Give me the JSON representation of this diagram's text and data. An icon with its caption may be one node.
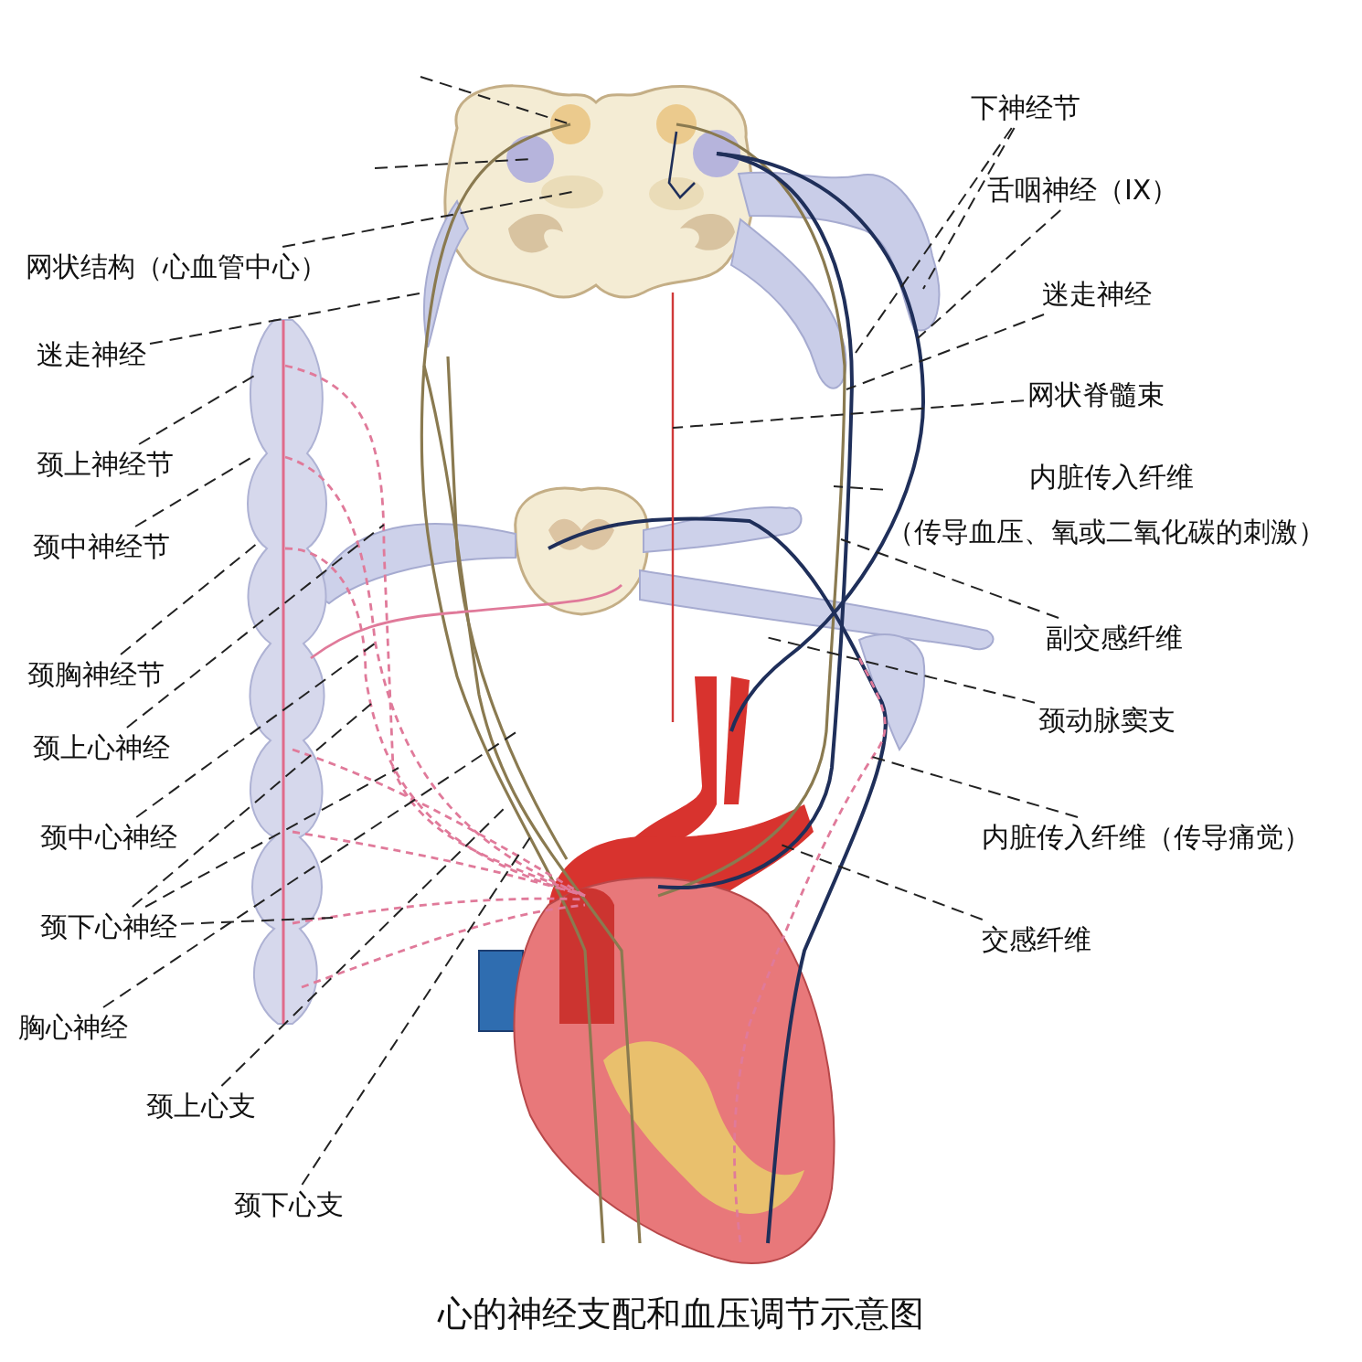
{
  "diagram": {
    "caption": "心的神经支配和血压调节示意图",
    "nodes": [
      {
        "text": [
          "下神经节"
        ]
      },
      {
        "text": [
          "舌咽神经（IX）"
        ]
      },
      {
        "text": [
          "网状结构（心血管中心）"
        ]
      },
      {
        "text": [
          "迷走神经"
        ]
      },
      {
        "text": [
          "迷走神经"
        ]
      },
      {
        "text": [
          "网状脊髓束"
        ]
      },
      {
        "text": [
          "颈上神经节"
        ]
      },
      {
        "text": [
          "内脏传入纤维",
          "（传导血压、氧或二氧化碳的刺激）"
        ]
      },
      {
        "text": [
          "颈中神经节"
        ]
      },
      {
        "text": [
          "副交感纤维"
        ]
      },
      {
        "text": [
          "颈胸神经节"
        ]
      },
      {
        "text": [
          "颈动脉窦支"
        ]
      },
      {
        "text": [
          "颈上心神经"
        ]
      },
      {
        "text": [
          "颈中心神经"
        ]
      },
      {
        "text": [
          "内脏传入纤维（传导痛觉）"
        ]
      },
      {
        "text": [
          "颈下心神经"
        ]
      },
      {
        "text": [
          "交感纤维"
        ]
      },
      {
        "text": [
          "胸心神经"
        ]
      },
      {
        "text": [
          "颈上心支"
        ]
      },
      {
        "text": [
          "颈下心支"
        ]
      }
    ],
    "edges": [
      {
        "from": 0,
        "to": null,
        "arrow": "none",
        "style": "dashed"
      },
      {
        "from": 0,
        "to": null,
        "arrow": "none",
        "style": "dashed"
      },
      {
        "from": 1,
        "to": null,
        "arrow": "none",
        "style": "dashed"
      },
      {
        "from": 2,
        "to": null,
        "arrow": "none",
        "style": "dashed"
      },
      {
        "from": 3,
        "to": null,
        "arrow": "none",
        "style": "dashed"
      },
      {
        "from": 4,
        "to": null,
        "arrow": "none",
        "style": "dashed"
      },
      {
        "from": 5,
        "to": null,
        "arrow": "none",
        "style": "dashed"
      },
      {
        "from": 6,
        "to": null,
        "arrow": "none",
        "style": "dashed"
      },
      {
        "from": 7,
        "to": null,
        "arrow": "none",
        "style": "dashed"
      },
      {
        "from": 8,
        "to": null,
        "arrow": "none",
        "style": "dashed"
      },
      {
        "from": 9,
        "to": null,
        "arrow": "none",
        "style": "dashed"
      },
      {
        "from": 10,
        "to": null,
        "arrow": "none",
        "style": "dashed"
      },
      {
        "from": 11,
        "to": null,
        "arrow": "none",
        "style": "dashed"
      },
      {
        "from": 12,
        "to": null,
        "arrow": "none",
        "style": "dashed"
      },
      {
        "from": 13,
        "to": null,
        "arrow": "none",
        "style": "dashed"
      },
      {
        "from": 14,
        "to": null,
        "arrow": "none",
        "style": "dashed"
      },
      {
        "from": 15,
        "to": null,
        "arrow": "none",
        "style": "dashed"
      },
      {
        "from": 15,
        "to": null,
        "arrow": "none",
        "style": "dashed"
      },
      {
        "from": 15,
        "to": null,
        "arrow": "none",
        "style": "dashed"
      },
      {
        "from": 16,
        "to": null,
        "arrow": "none",
        "style": "dashed"
      },
      {
        "from": 17,
        "to": null,
        "arrow": "none",
        "style": "dashed"
      },
      {
        "from": 18,
        "to": null,
        "arrow": "none",
        "style": "dashed"
      },
      {
        "from": 19,
        "to": null,
        "arrow": "none",
        "style": "dashed"
      }
    ]
  }
}
